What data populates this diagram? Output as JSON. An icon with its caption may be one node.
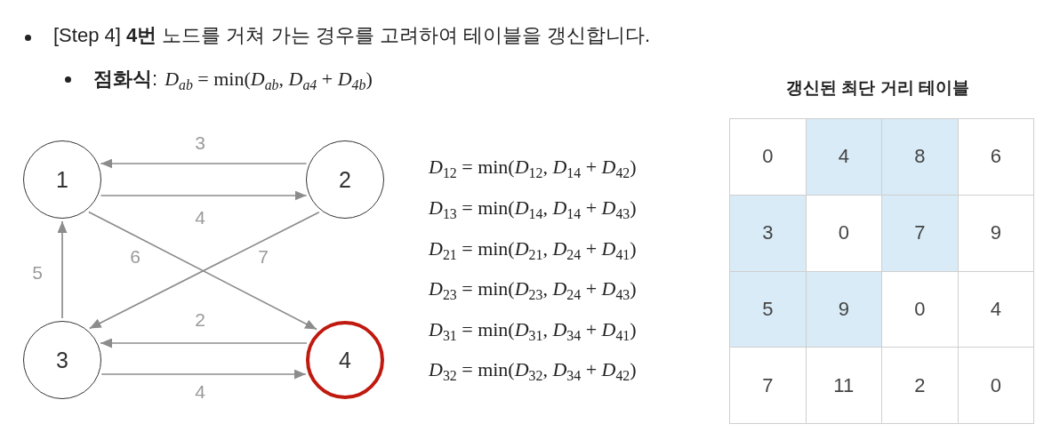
{
  "diagram": {
    "nodes": [
      {
        "text": [
          "1"
        ]
      },
      {
        "text": [
          "2"
        ]
      },
      {
        "text": [
          "3"
        ]
      },
      {
        "text": [
          "4"
        ]
      }
    ],
    "edges": [
      {
        "from": 1,
        "to": 0,
        "arrow": "to",
        "label": "3"
      },
      {
        "from": 0,
        "to": 1,
        "arrow": "to",
        "label": "4"
      },
      {
        "from": 0,
        "to": 3,
        "arrow": "to",
        "label": "6"
      },
      {
        "from": 1,
        "to": 2,
        "arrow": "to",
        "label": "7"
      },
      {
        "from": 2,
        "to": 0,
        "arrow": "to",
        "label": "5"
      },
      {
        "from": 3,
        "to": 2,
        "arrow": "to",
        "label": "2"
      },
      {
        "from": 2,
        "to": 3,
        "arrow": "to",
        "label": "4"
      }
    ],
    "labels": [
      "[Step 4] **4번** 노드를 거쳐 가는 경우를 고려하여 테이블을 갱신합니다.",
      "**점화식**:",
      "D$_{ab}$ = min(D$_{ab}$, D$_{a4}$ + D$_{4b}$)",
      "D$_{12}$ = min(D$_{12}$, D$_{14}$ + D$_{42}$)",
      "D$_{13}$ = min(D$_{14}$, D$_{14}$ + D$_{43}$)",
      "D$_{21}$ = min(D$_{21}$, D$_{24}$ + D$_{41}$)",
      "D$_{23}$ = min(D$_{23}$, D$_{24}$ + D$_{43}$)",
      "D$_{31}$ = min(D$_{31}$, D$_{34}$ + D$_{41}$)",
      "D$_{32}$ = min(D$_{32}$, D$_{34}$ + D$_{42}$)",
      "갱신된 최단 거리 테이블",
      "0",
      "4",
      "8",
      "6",
      "3",
      "0",
      "7",
      "9",
      "5",
      "9",
      "0",
      "4",
      "7",
      "11",
      "2",
      "0"
    ]
  }
}
